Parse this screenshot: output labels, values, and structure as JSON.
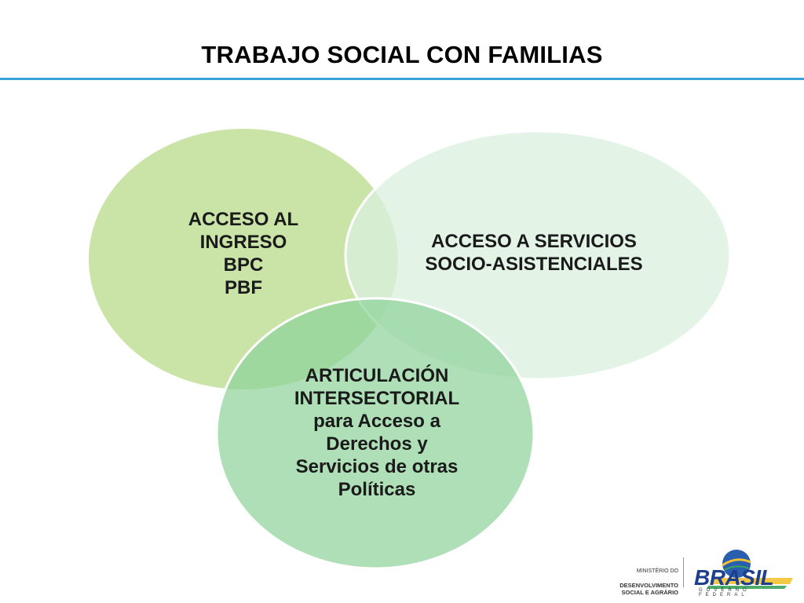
{
  "slide": {
    "title": "TRABAJO SOCIAL CON FAMILIAS",
    "accent_color": "#3aa0d8"
  },
  "diagram": {
    "circles": [
      {
        "id": "income",
        "text": "ACCESO AL\nINGRESO\nBPC\nPBF",
        "fill": "#c5e2a1"
      },
      {
        "id": "services",
        "text": "ACCESO A SERVICIOS\nSOCIO-ASISTENCIALES",
        "fill": "#d9f0df"
      },
      {
        "id": "intersectoral",
        "text": "ARTICULACIÓN\nINTERSECTORIAL\npara Acceso a\nDerechos y\nServicios de otras\nPolíticas",
        "fill": "#95d4a1"
      }
    ]
  },
  "logo": {
    "ministry_line1": "MINISTÉRIO DO",
    "ministry_line2": "DESENVOLVIMENTO\nSOCIAL E AGRÁRIO",
    "country": "BRASIL",
    "government": "GOVERNO FEDERAL"
  }
}
